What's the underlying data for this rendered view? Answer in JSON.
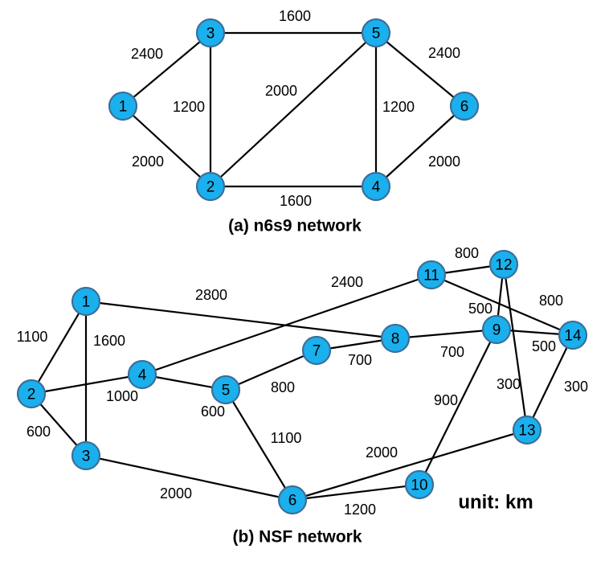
{
  "colors": {
    "node_fill": "#1ab0ee",
    "node_stroke": "#3b6f99",
    "edge": "#000000"
  },
  "diagram_a": {
    "caption": "(a) n6s9 network",
    "nodes": [
      "1",
      "2",
      "3",
      "4",
      "5",
      "6"
    ],
    "edges": [
      {
        "from": "1",
        "to": "3",
        "label": "2400"
      },
      {
        "from": "1",
        "to": "2",
        "label": "2000"
      },
      {
        "from": "3",
        "to": "2",
        "label": "1200"
      },
      {
        "from": "3",
        "to": "5",
        "label": "1600"
      },
      {
        "from": "2",
        "to": "5",
        "label": "2000"
      },
      {
        "from": "2",
        "to": "4",
        "label": "1600"
      },
      {
        "from": "5",
        "to": "4",
        "label": "1200"
      },
      {
        "from": "5",
        "to": "6",
        "label": "2400"
      },
      {
        "from": "4",
        "to": "6",
        "label": "2000"
      }
    ]
  },
  "diagram_b": {
    "caption": "(b) NSF network",
    "unit_label": "unit: km",
    "nodes": [
      "1",
      "2",
      "3",
      "4",
      "5",
      "6",
      "7",
      "8",
      "9",
      "10",
      "11",
      "12",
      "13",
      "14"
    ],
    "edges": [
      {
        "from": "1",
        "to": "2",
        "label": "1100"
      },
      {
        "from": "1",
        "to": "3",
        "label": "1600"
      },
      {
        "from": "1",
        "to": "8",
        "label": "2800"
      },
      {
        "from": "2",
        "to": "3",
        "label": "600"
      },
      {
        "from": "2",
        "to": "4",
        "label": "1000"
      },
      {
        "from": "3",
        "to": "6",
        "label": "2000"
      },
      {
        "from": "4",
        "to": "5",
        "label": "600"
      },
      {
        "from": "4",
        "to": "11",
        "label": "2400"
      },
      {
        "from": "5",
        "to": "6",
        "label": "1100"
      },
      {
        "from": "5",
        "to": "7",
        "label": "800"
      },
      {
        "from": "6",
        "to": "10",
        "label": "1200"
      },
      {
        "from": "6",
        "to": "13",
        "label": "2000"
      },
      {
        "from": "7",
        "to": "8",
        "label": "700"
      },
      {
        "from": "8",
        "to": "9",
        "label": "700"
      },
      {
        "from": "9",
        "to": "10",
        "label": "900"
      },
      {
        "from": "9",
        "to": "12",
        "label": "500"
      },
      {
        "from": "9",
        "to": "14",
        "label": "500"
      },
      {
        "from": "11",
        "to": "12",
        "label": "800"
      },
      {
        "from": "11",
        "to": "14",
        "label": "800"
      },
      {
        "from": "12",
        "to": "13",
        "label": "300"
      },
      {
        "from": "13",
        "to": "14",
        "label": "300"
      }
    ]
  }
}
